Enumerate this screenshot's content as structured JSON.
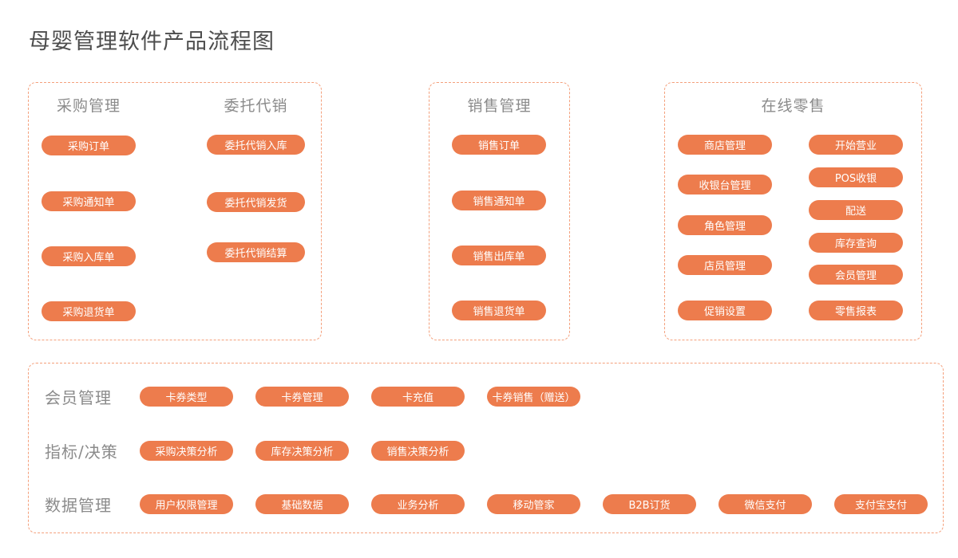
{
  "title": "母婴管理软件产品流程图",
  "colors": {
    "pill_bg": "#ed7c4d",
    "pill_text": "#ffffff",
    "dashed_border": "#f4a07c",
    "header_text": "#8b8b8b",
    "title_text": "#4d4d4d"
  },
  "boxes": {
    "purchase_consign": {
      "headers": [
        "采购管理",
        "委托代销"
      ],
      "purchase_buttons": [
        "采购订单",
        "采购通知单",
        "采购入库单",
        "采购退货单"
      ],
      "consign_buttons": [
        "委托代销入库",
        "委托代销发货",
        "委托代销结算"
      ]
    },
    "sales": {
      "header": "销售管理",
      "buttons": [
        "销售订单",
        "销售通知单",
        "销售出库单",
        "销售退货单"
      ]
    },
    "online_retail": {
      "header": "在线零售",
      "left_buttons": [
        "商店管理",
        "收银台管理",
        "角色管理",
        "店员管理",
        "促销设置"
      ],
      "right_buttons": [
        "开始营业",
        "POS收银",
        "配送",
        "库存查询",
        "会员管理",
        "零售报表"
      ]
    },
    "bottom": {
      "rows": [
        {
          "label": "会员管理",
          "buttons": [
            "卡券类型",
            "卡券管理",
            "卡充值",
            "卡券销售（赠送）"
          ]
        },
        {
          "label": "指标/决策",
          "buttons": [
            "采购决策分析",
            "库存决策分析",
            "销售决策分析"
          ]
        },
        {
          "label": "数据管理",
          "buttons": [
            "用户权限管理",
            "基础数据",
            "业务分析",
            "移动管家",
            "B2B订货",
            "微信支付",
            "支付宝支付"
          ]
        }
      ]
    }
  }
}
